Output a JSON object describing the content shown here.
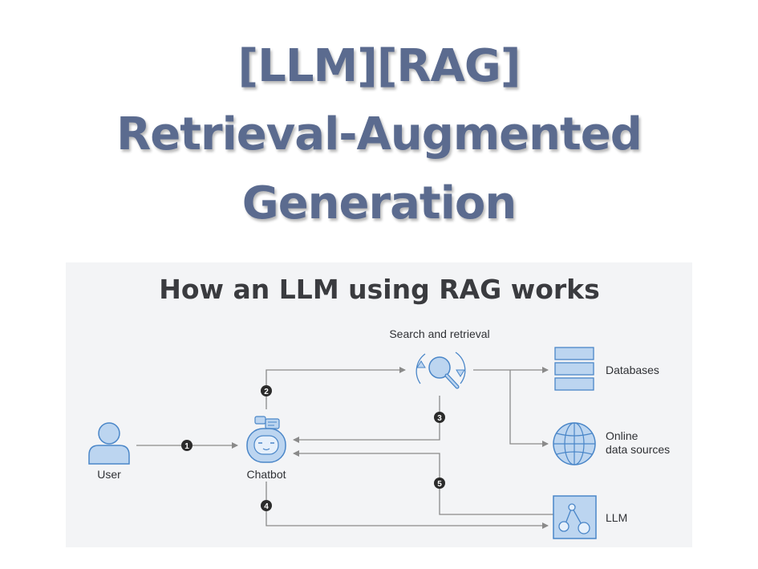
{
  "title": {
    "line1": "[LLM][RAG]",
    "line2": "Retrieval-Augmented",
    "line3": "Generation"
  },
  "diagram": {
    "heading": "How an LLM using RAG works",
    "nodes": {
      "user": "User",
      "chatbot": "Chatbot",
      "search": "Search and retrieval",
      "databases": "Databases",
      "online_line1": "Online",
      "online_line2": "data sources",
      "llm": "LLM"
    },
    "steps": [
      "1",
      "2",
      "3",
      "4",
      "5"
    ],
    "colors": {
      "icon_fill": "#bcd5f0",
      "icon_stroke": "#4a86c8",
      "arrow": "#8a8a8a",
      "step_badge": "#2b2b2b",
      "title": "#5b6b8f"
    }
  }
}
